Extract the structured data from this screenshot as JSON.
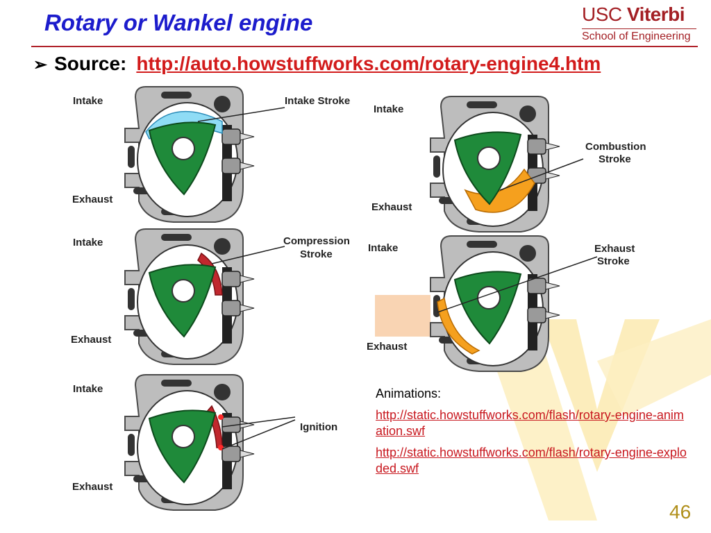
{
  "slide": {
    "title": "Rotary or Wankel engine",
    "logo_brand_a": "USC",
    "logo_brand_b": "Viterbi",
    "logo_school": "School of Engineering",
    "bullet_label": "Source:",
    "bullet_url": "http://auto.howstuffworks.com/rotary-engine4.htm",
    "page_number": "46"
  },
  "panels": [
    {
      "intake": "Intake",
      "exhaust": "Exhaust",
      "stroke_line1": "Intake Stroke",
      "stroke_line2": ""
    },
    {
      "intake": "Intake",
      "exhaust": "Exhaust",
      "stroke_line1": "Combustion",
      "stroke_line2": "Stroke"
    },
    {
      "intake": "Intake",
      "exhaust": "Exhaust",
      "stroke_line1": "Compression",
      "stroke_line2": "Stroke"
    },
    {
      "intake": "Intake",
      "exhaust": "Exhaust",
      "stroke_line1": "Exhaust",
      "stroke_line2": "Stroke"
    },
    {
      "intake": "Intake",
      "exhaust": "Exhaust",
      "stroke_line1": "Ignition",
      "stroke_line2": ""
    }
  ],
  "animations": {
    "heading": "Animations:",
    "links": [
      "http://static.howstuffworks.com/flash/rotary-engine-animation.swf",
      "http://static.howstuffworks.com/flash/rotary-engine-exploded.swf"
    ]
  },
  "colors": {
    "rotor": "#1f8a3a",
    "intake_charge": "#8fdcf5",
    "combustion_charge": "#f5a01e",
    "compression_charge": "#c0282e",
    "housing": "#bdbdbd",
    "title": "#1c1ccc",
    "link": "#c8181f"
  }
}
